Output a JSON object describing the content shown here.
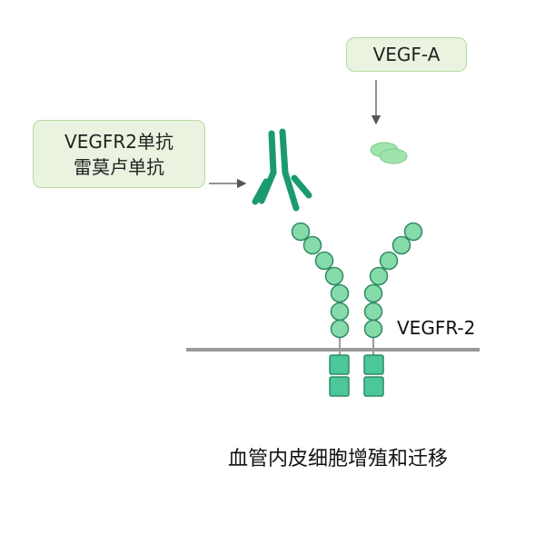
{
  "drug_box": {
    "line1": "VEGFR2单抗",
    "line2": "雷莫卢单抗"
  },
  "ligand_box": {
    "label": "VEGF-A"
  },
  "receptor": {
    "label": "VEGFR-2"
  },
  "effect": {
    "label": "血管内皮细胞增殖和迁移"
  },
  "colors": {
    "box_fill": "#e9f3df",
    "box_border": "#b9d9a4",
    "antibody": "#1b9a72",
    "receptor_domain": "#86dbab",
    "receptor_stroke": "#2e8b62",
    "kinase": "#4cc79a",
    "membrane": "#999999",
    "ligand": "#9fe3ad",
    "arrow": "#555555"
  }
}
